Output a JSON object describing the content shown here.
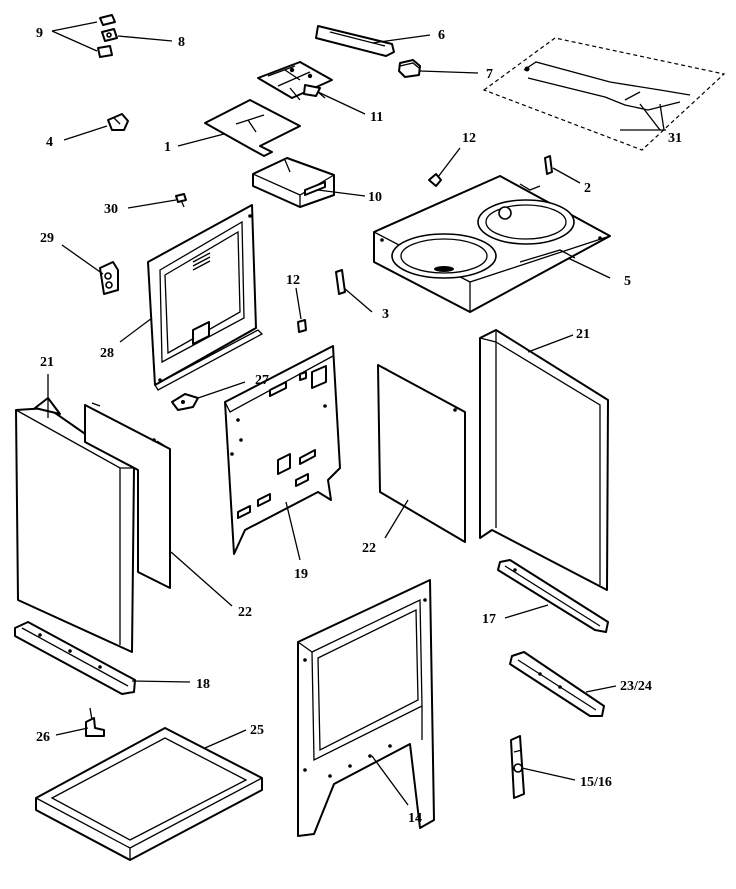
{
  "callouts": {
    "c1": "1",
    "c2": "2",
    "c3": "3",
    "c4": "4",
    "c5": "5",
    "c6": "6",
    "c7": "7",
    "c8": "8",
    "c9": "9",
    "c10": "10",
    "c11": "11",
    "c12a": "12",
    "c12b": "12",
    "c14": "14",
    "c15_16": "15/16",
    "c17": "17",
    "c18": "18",
    "c19": "19",
    "c21a": "21",
    "c21b": "21",
    "c22a": "22",
    "c22b": "22",
    "c23_24": "23/24",
    "c25": "25",
    "c26": "26",
    "c27": "27",
    "c28": "28",
    "c29": "29",
    "c30": "30",
    "c31": "31"
  }
}
